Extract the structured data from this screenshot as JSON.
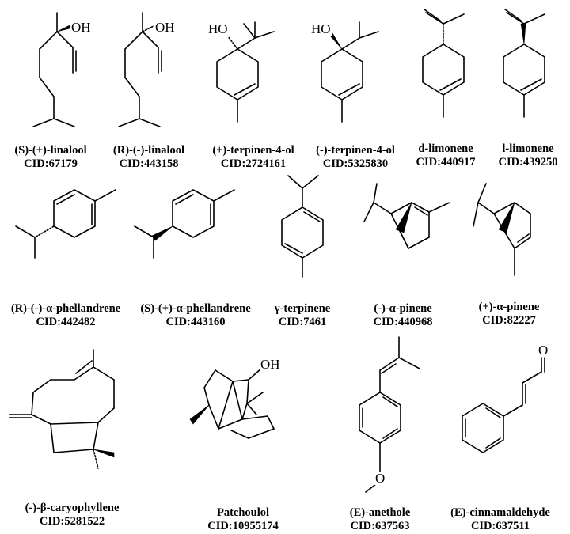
{
  "compounds": [
    {
      "name": "(S)-(+)-linalool",
      "cid": "CID:67179"
    },
    {
      "name": "(R)-(-)-linalool",
      "cid": "CID:443158"
    },
    {
      "name": "(+)-terpinen-4-ol",
      "cid": "CID:2724161"
    },
    {
      "name": "(-)-terpinen-4-ol",
      "cid": "CID:5325830"
    },
    {
      "name": "d-limonene",
      "cid": "CID:440917"
    },
    {
      "name": "l-limonene",
      "cid": "CID:439250"
    },
    {
      "name": "(R)-(-)-α-phellandrene",
      "cid": "CID:442482"
    },
    {
      "name": "(S)-(+)-α-phellandrene",
      "cid": "CID:443160"
    },
    {
      "name": "γ-terpinene",
      "cid": "CID:7461"
    },
    {
      "name": "(-)-α-pinene",
      "cid": "CID:440968"
    },
    {
      "name": "(+)-α-pinene",
      "cid": "CID:82227"
    },
    {
      "name": "(-)-β-caryophyllene",
      "cid": "CID:5281522"
    },
    {
      "name": "Patchoulol",
      "cid": "CID:10955174"
    },
    {
      "name": "(E)-anethole",
      "cid": "CID:637563"
    },
    {
      "name": "(E)-cinnamaldehyde",
      "cid": "CID:637511"
    }
  ],
  "atom_labels": {
    "hydroxyl": "OH",
    "hydroxyl_left": "HO",
    "oxygen": "O"
  }
}
